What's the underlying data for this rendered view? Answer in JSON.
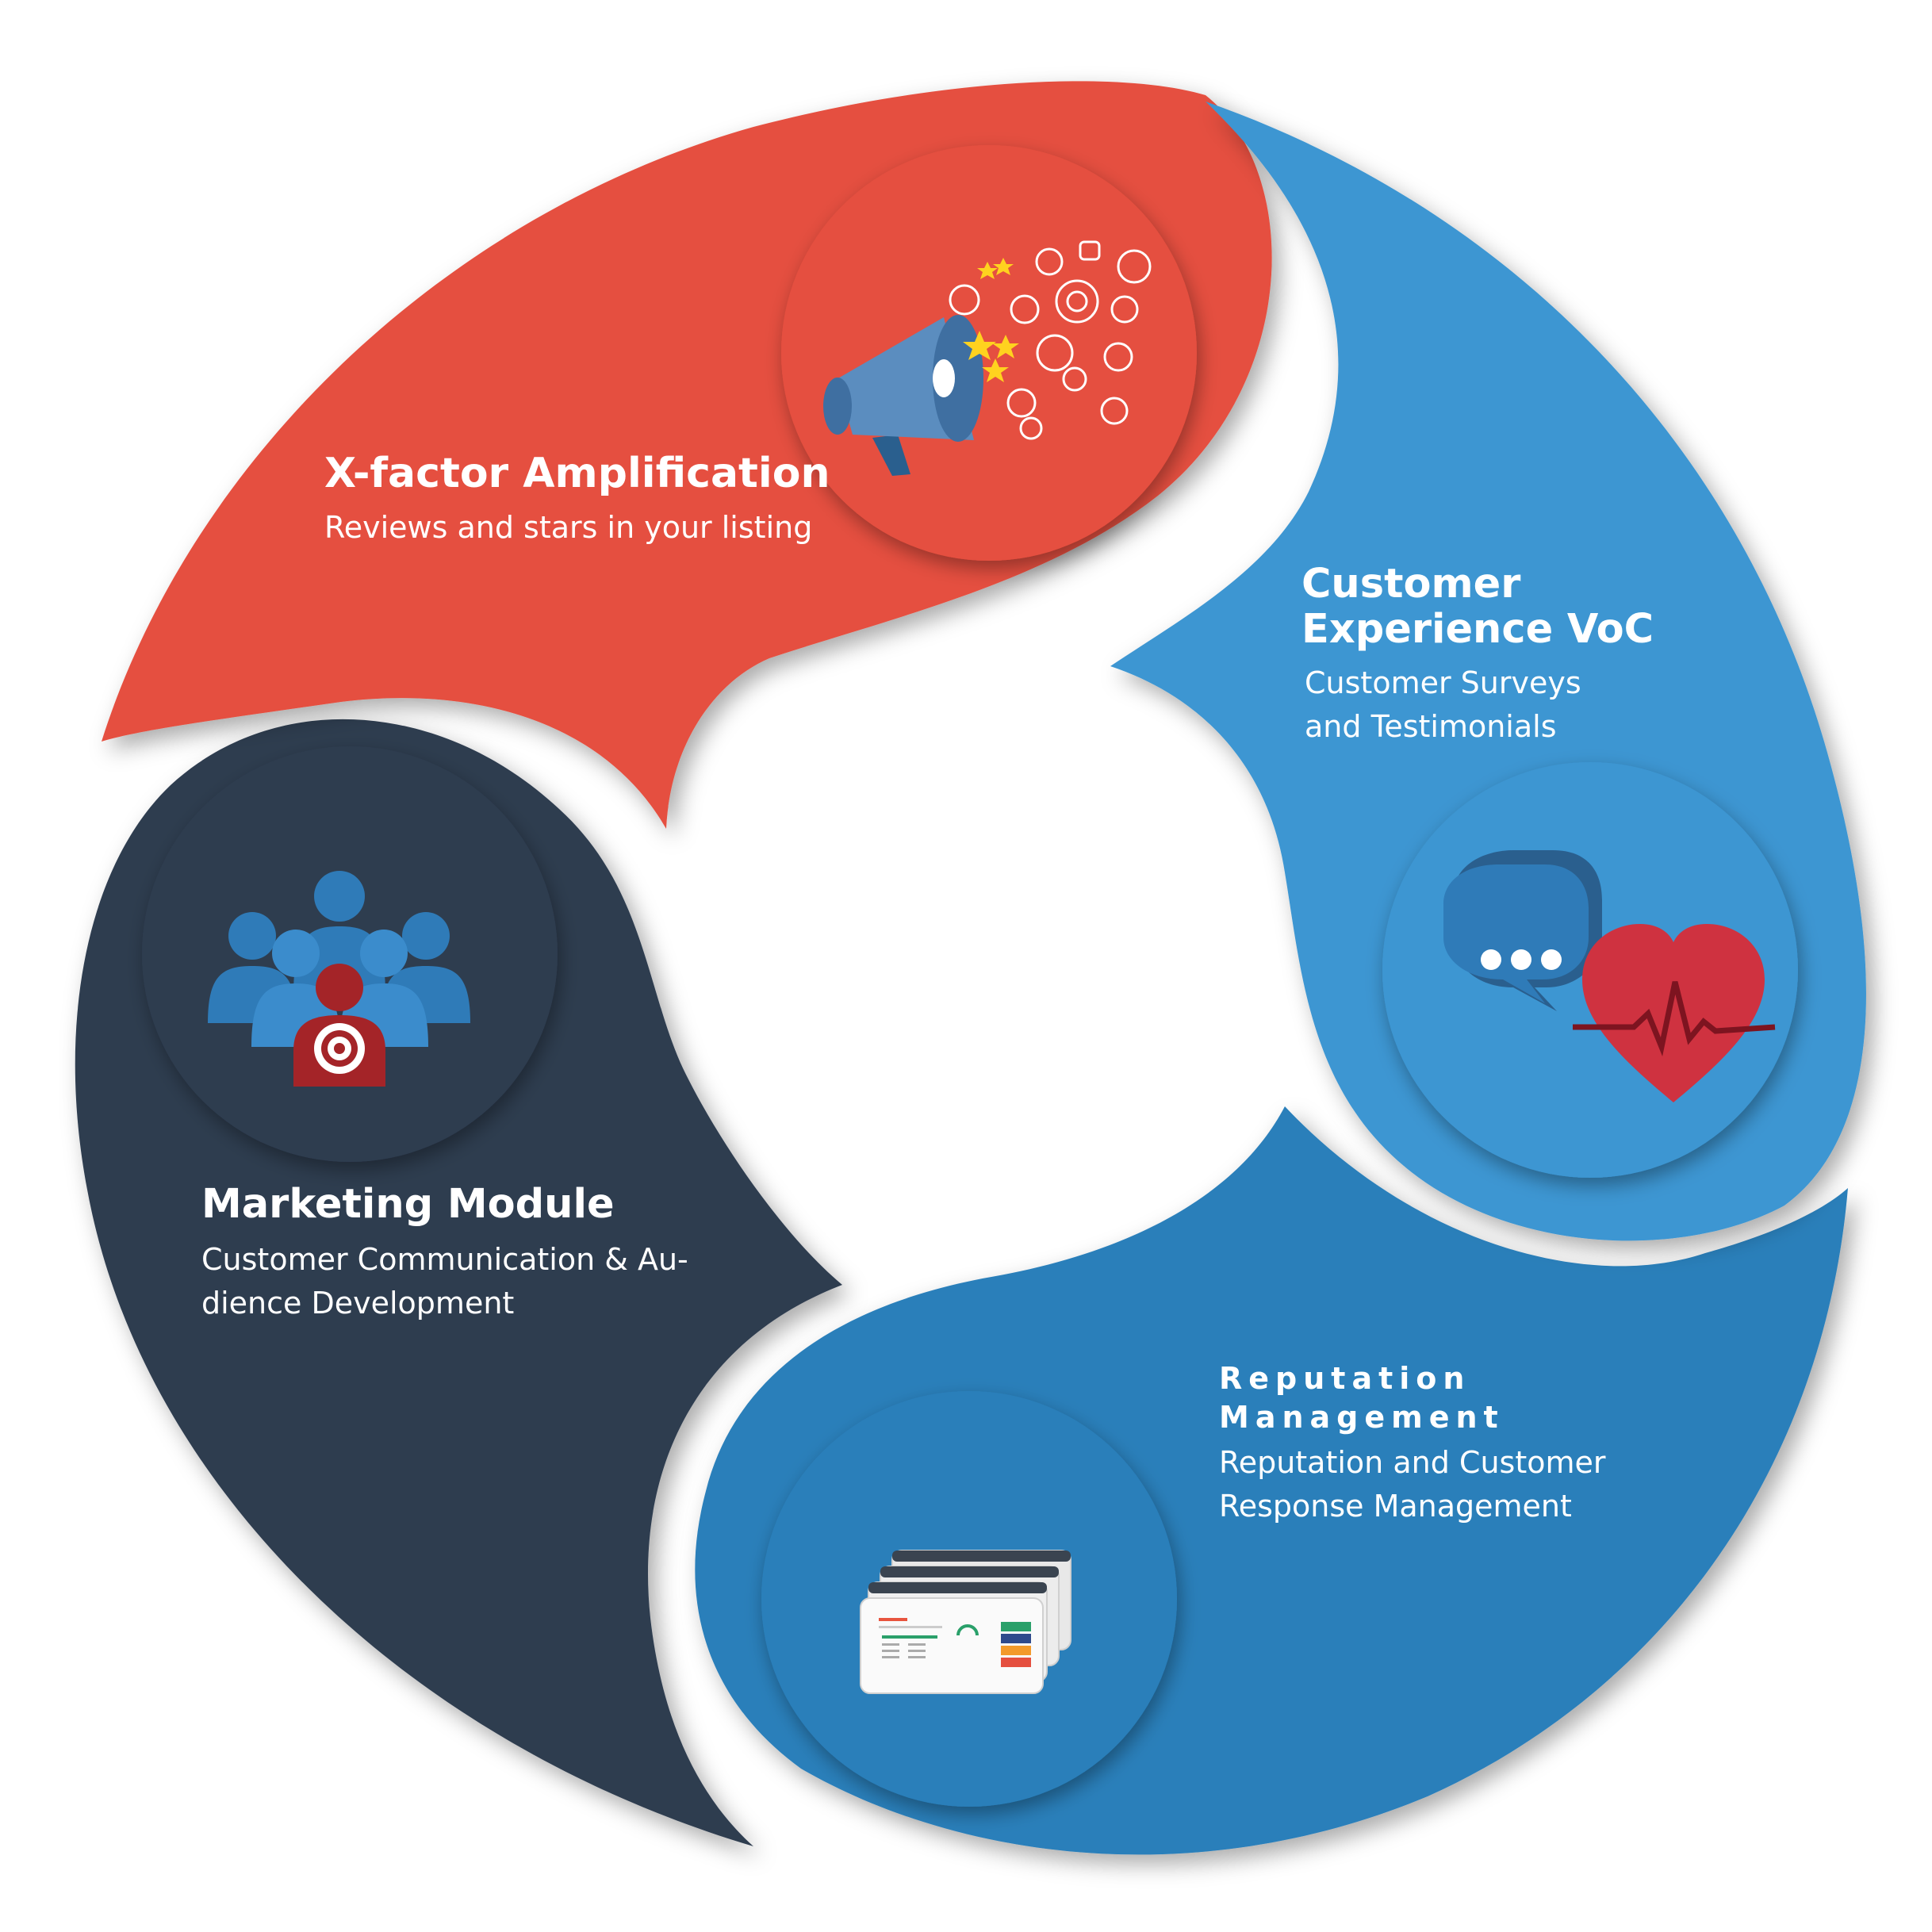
{
  "segments": {
    "amplification": {
      "title": "X-factor Amplification",
      "subtitle": "Reviews and stars in your listing",
      "icon": "megaphone-icon",
      "color": "#e54f3f"
    },
    "voc": {
      "title_line1": "Customer",
      "title_line2": "Experience VoC",
      "subtitle_line1": "Customer Surveys",
      "subtitle_line2": "and Testimonials",
      "icon": "chat-heart-icon",
      "color": "#3d96d2"
    },
    "reputation": {
      "title_line1": "Reputation",
      "title_line2": "Management",
      "subtitle_line1": "Reputation and Customer",
      "subtitle_line2": "Response Management",
      "icon": "dashboard-screens-icon",
      "color": "#2a7fba"
    },
    "marketing": {
      "title": "Marketing Module",
      "subtitle_line1": "Customer Communication & Au-",
      "subtitle_line2": "dience Development",
      "icon": "target-audience-icon",
      "color": "#2e3c50"
    }
  }
}
